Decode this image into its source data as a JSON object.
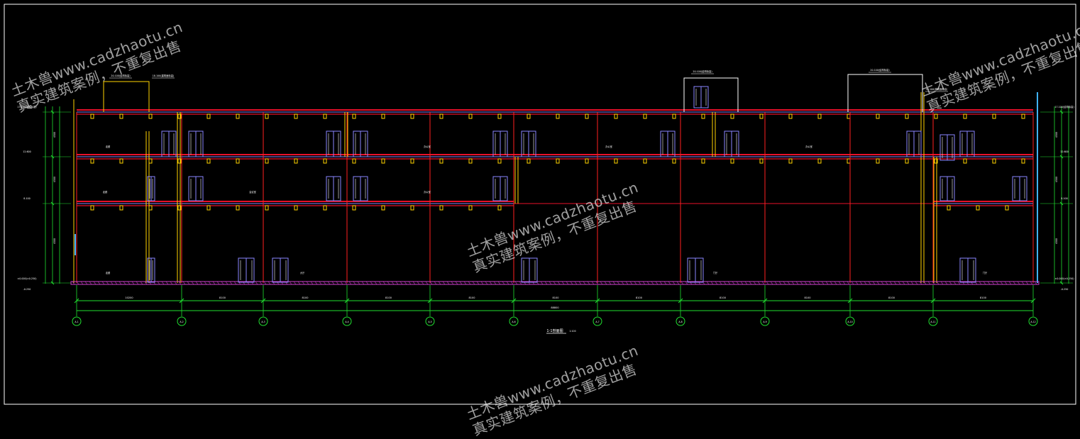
{
  "drawing": {
    "section_title": "1-1剖面图",
    "section_scale": "1:100",
    "total_dimension": "88800",
    "axis_labels": [
      "A-1",
      "A-2",
      "A-3",
      "A-4",
      "A-5",
      "A-6",
      "A-7",
      "A-8",
      "A-9",
      "A-10",
      "A-11",
      "A-12"
    ],
    "bay_dimensions": [
      "10200",
      "8100",
      "8100",
      "8100",
      "8100",
      "8100",
      "8100",
      "8100",
      "8100",
      "8100",
      "8100"
    ],
    "elevations_left": [
      "17.100(结构标高)",
      "12.600",
      "8.100",
      "±0.000(±0.250)",
      "-0.250"
    ],
    "elevations_right": [
      "17.100(结构标高)",
      "12.600",
      "8.100",
      "±0.000(±0.250)",
      "-0.250"
    ],
    "floor_heights_left": [
      "4500",
      "4500",
      "4500"
    ],
    "floor_heights_right": [
      "4500",
      "4500",
      "4500"
    ],
    "top_labels": [
      "20.100(结构标高)",
      "18.100(建筑面标高)",
      "20.100(结构标高)",
      "20.100(结构标高)",
      "18.100(建筑面标高)"
    ],
    "room_labels": [
      "走廊",
      "走廊",
      "会议室",
      "办公室",
      "办公室",
      "办公室",
      "办公室",
      "走廊",
      "大厅",
      "门厅",
      "门厅"
    ],
    "colors": {
      "background": "#000000",
      "slab": "#e8102a",
      "axis": "#ff2020",
      "beam": "#ffd400",
      "window": "#8a86ff",
      "dimension": "#20e030",
      "ground": "#d040d0",
      "text": "#ffffff",
      "cyan": "#3fb3ff"
    }
  },
  "watermarks": [
    {
      "line1": "土木兽www.cadzhaotu.cn",
      "line2": "真实建筑案例，不重复出售"
    },
    {
      "line1": "土木兽www.cadzhaotu.cn",
      "line2": "真实建筑案例，不重复出售"
    },
    {
      "line1": "土木兽www.cadzhaotu.cn",
      "line2": "真实建筑案例，不重复出售"
    },
    {
      "line1": "土木兽www.cadzhaotu.cn",
      "line2": "真实建筑案例，不重复出售"
    }
  ]
}
